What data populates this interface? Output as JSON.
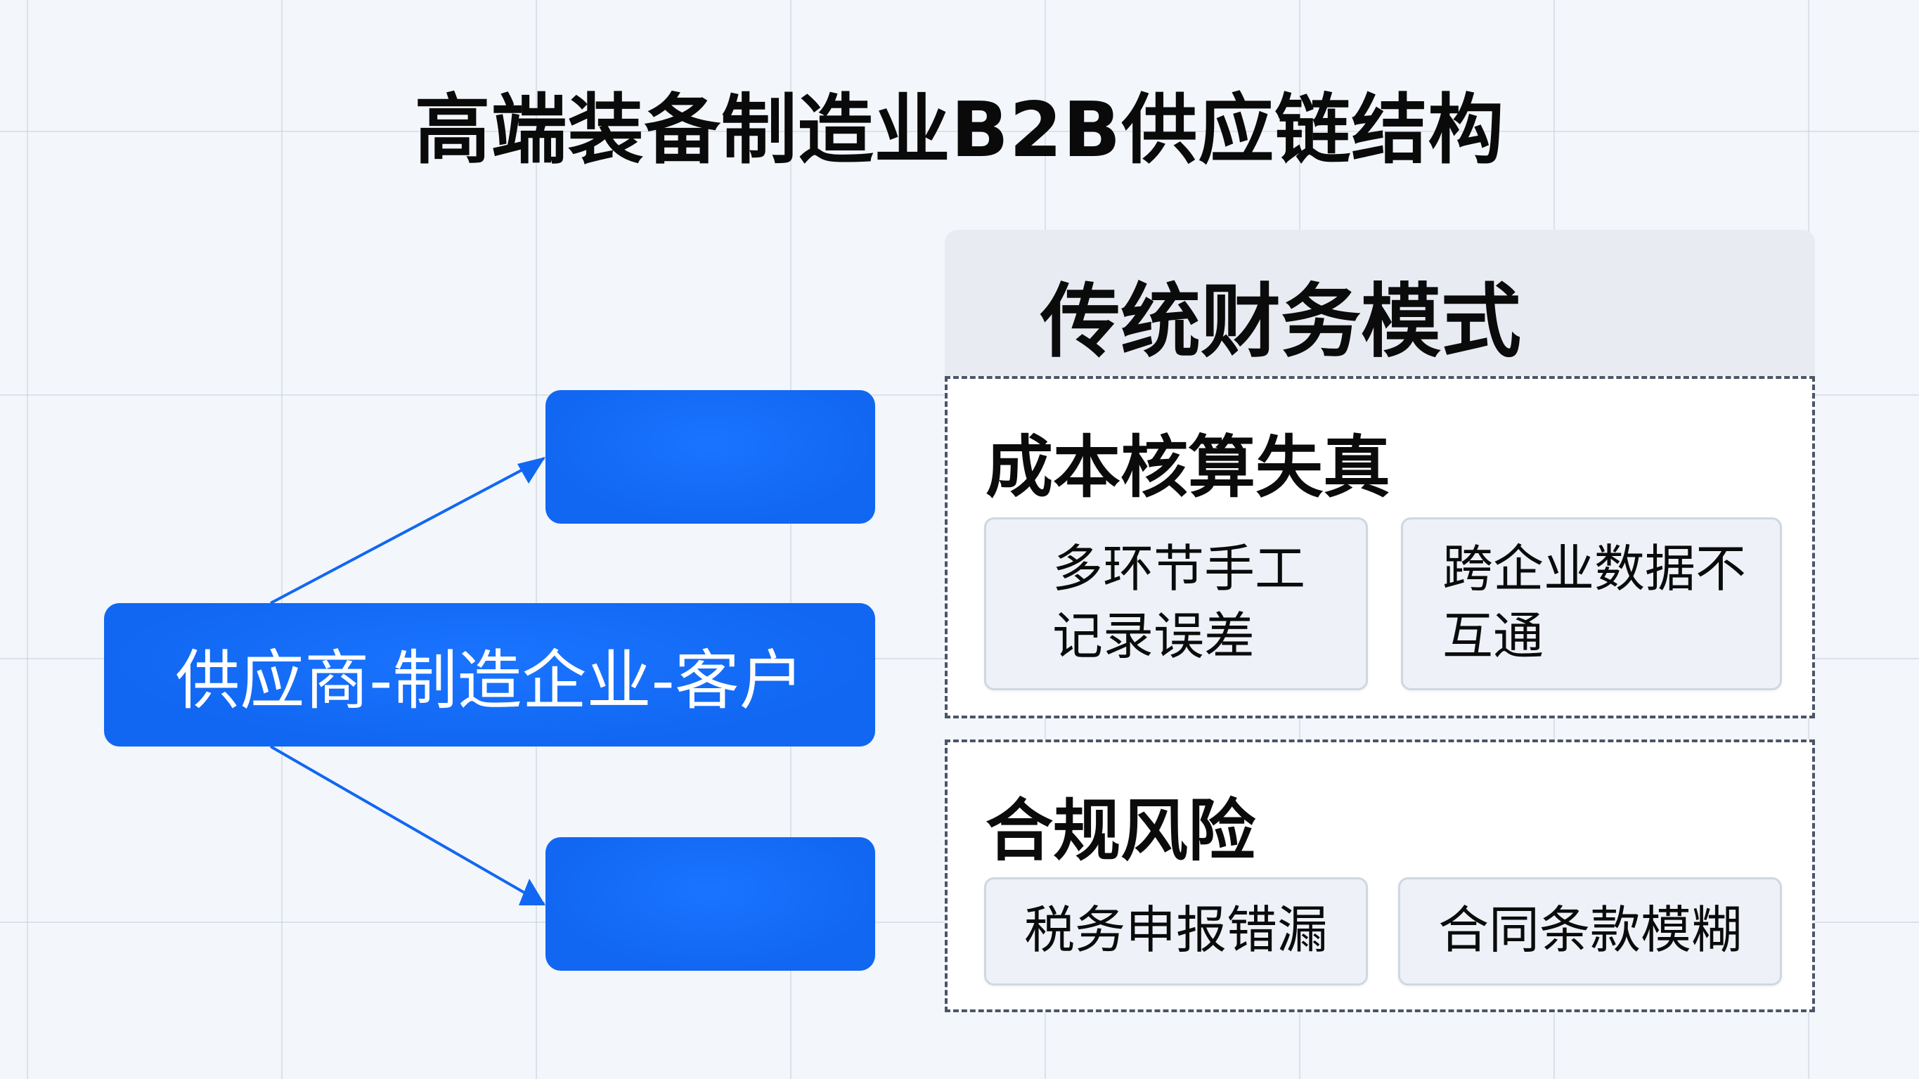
{
  "title": "高端装备制造业B2B供应链结构",
  "colors": {
    "primary_blue": "#1167f2",
    "panel_header_bg": "#e8ecf2",
    "dashed_border": "#4a5568",
    "card_bg": "#eef2f8",
    "grid_bg": "#f3f6fa"
  },
  "flow": {
    "center_node": "供应商-制造企业-客户",
    "top_node": "",
    "bottom_node": ""
  },
  "panel": {
    "header": "传统财务模式",
    "sections": [
      {
        "title": "成本核算失真",
        "cards": [
          "多环节手工记录误差",
          "跨企业数据不互通"
        ]
      },
      {
        "title": "合规风险",
        "cards": [
          "税务申报错漏",
          "合同条款模糊"
        ]
      }
    ]
  }
}
